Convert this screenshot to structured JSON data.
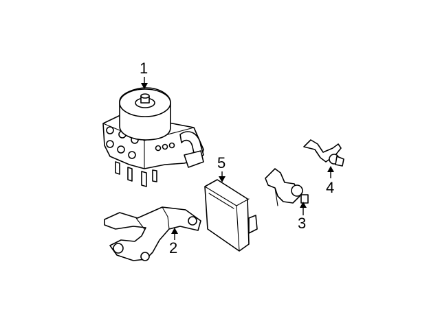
{
  "callouts": {
    "item_1": "1",
    "item_2": "2",
    "item_3": "3",
    "item_4": "4",
    "item_5": "5"
  },
  "colors": {
    "line": "#000000",
    "background": "#ffffff"
  }
}
